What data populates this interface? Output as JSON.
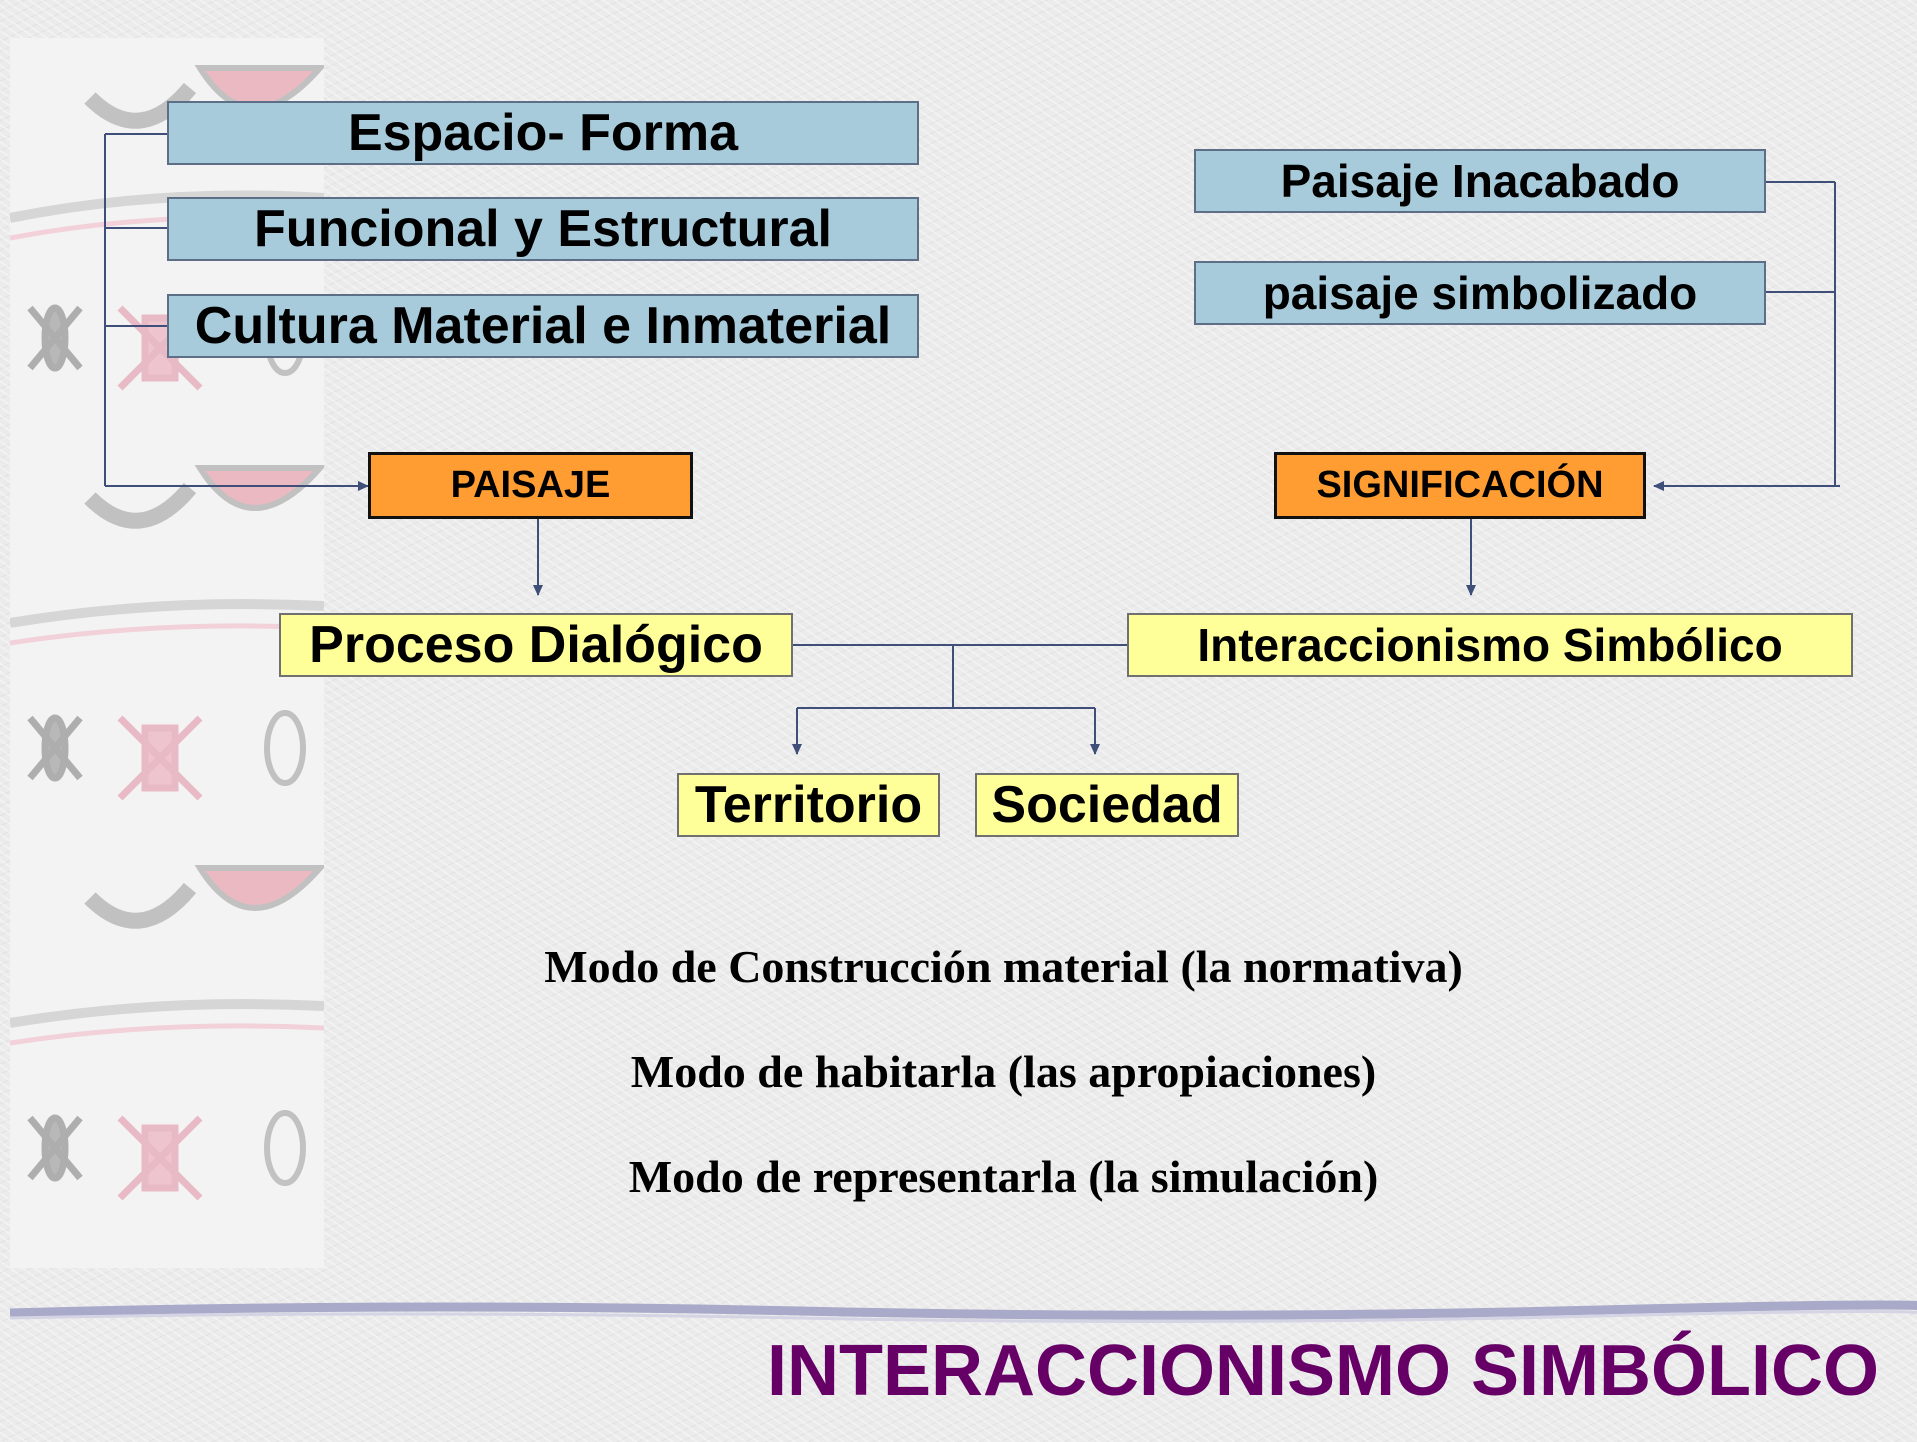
{
  "diagram": {
    "left_group": {
      "items": [
        "Espacio- Forma",
        "Funcional y Estructural",
        "Cultura Material e Inmaterial"
      ],
      "node": "PAISAJE",
      "result": "Proceso Dialógico"
    },
    "right_group": {
      "items": [
        "Paisaje Inacabado",
        "paisaje simbolizado"
      ],
      "node": "SIGNIFICACIÓN",
      "result": "Interaccionismo Simbólico"
    },
    "outputs": [
      "Territorio",
      "Sociedad"
    ]
  },
  "modes": [
    "Modo de Construcción material (la normativa)",
    "Modo de habitarla (las apropiaciones)",
    "Modo de representarla (la simulación)"
  ],
  "slide_title": "INTERACCIONISMO SIMBÓLICO",
  "colors": {
    "item_box": "#a7cbdb",
    "node_box": "#ff9d33",
    "result_box": "#ffff99",
    "title": "#660066",
    "connector": "#3f4f7a"
  }
}
